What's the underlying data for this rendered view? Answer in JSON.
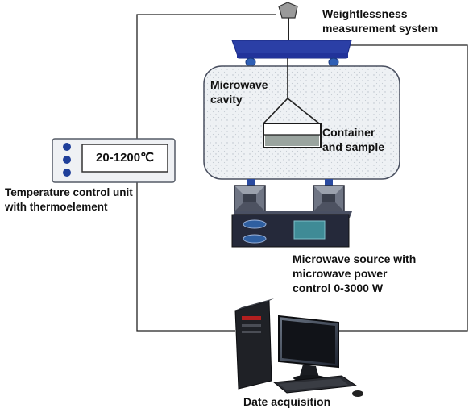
{
  "labels": {
    "weightlessness": [
      "Weightlessness",
      "measurement system"
    ],
    "cavity": [
      "Microwave",
      "cavity"
    ],
    "container": [
      "Container",
      "and sample"
    ],
    "temperature_display": "20-1200℃",
    "temperature_unit": [
      "Temperature control unit",
      "with thermoelement"
    ],
    "microwave_source": [
      "Microwave source with",
      "microwave power",
      "control 0-3000 W"
    ],
    "data_acquisition": "Date acquisition"
  },
  "colors": {
    "scale_beam": "#2b3fa6",
    "cavity_fill": "#eef1f4",
    "source_body": "#25293a",
    "source_screen": "#3f8b96",
    "source_buttons": "#2f5fa0",
    "panel_fill": "#eff1f4",
    "panel_button": "#1f3f9a",
    "wire": "#222222"
  }
}
